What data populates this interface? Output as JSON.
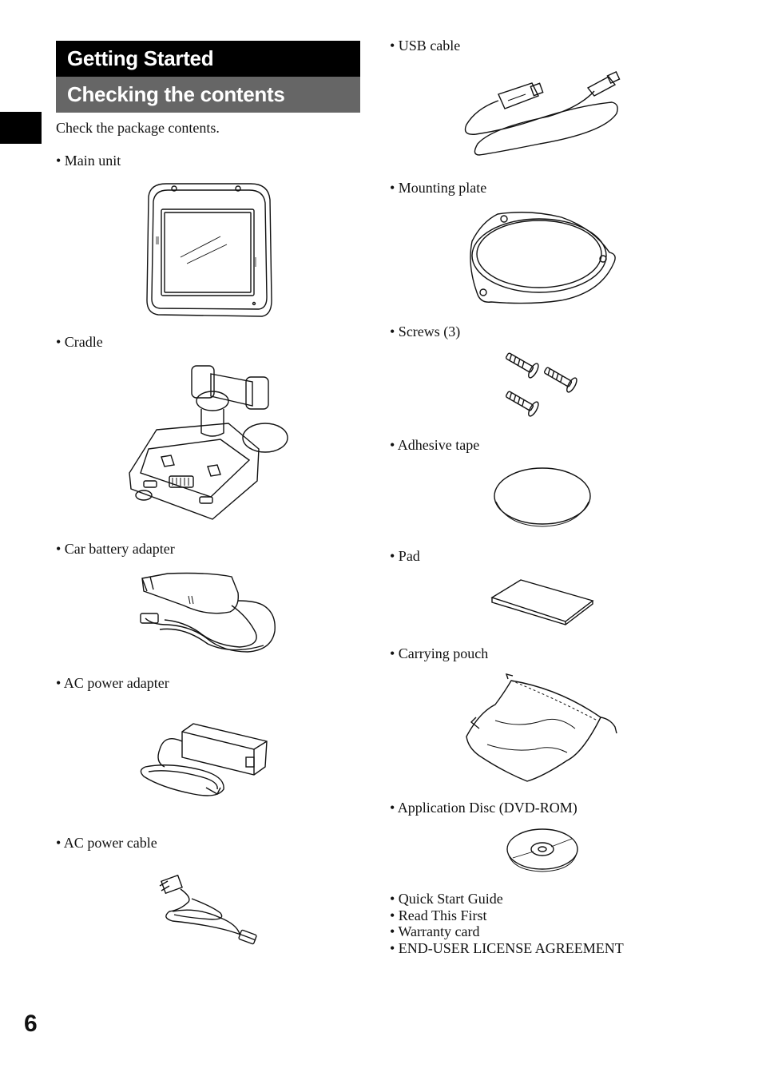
{
  "section": {
    "title": "Getting Started",
    "subtitle": "Checking the contents"
  },
  "intro": "Check the package contents.",
  "left_items": [
    {
      "label": "• Main unit",
      "icon": "main-unit-illustration"
    },
    {
      "label": "• Cradle",
      "icon": "cradle-illustration"
    },
    {
      "label": "• Car battery adapter",
      "icon": "car-battery-adapter-illustration"
    },
    {
      "label": "• AC power adapter",
      "icon": "ac-power-adapter-illustration"
    },
    {
      "label": "• AC power cable",
      "icon": "ac-power-cable-illustration"
    }
  ],
  "right_items": [
    {
      "label": "• USB cable",
      "icon": "usb-cable-illustration"
    },
    {
      "label": "• Mounting plate",
      "icon": "mounting-plate-illustration"
    },
    {
      "label": "• Screws (3)",
      "icon": "screws-illustration"
    },
    {
      "label": "• Adhesive tape",
      "icon": "adhesive-tape-illustration"
    },
    {
      "label": "• Pad",
      "icon": "pad-illustration"
    },
    {
      "label": "• Carrying pouch",
      "icon": "carrying-pouch-illustration"
    },
    {
      "label": "• Application Disc (DVD-ROM)",
      "icon": "disc-illustration"
    }
  ],
  "documents": [
    "• Quick Start Guide",
    "• Read This First",
    "• Warranty card",
    "• END-USER LICENSE AGREEMENT"
  ],
  "page_number": "6"
}
